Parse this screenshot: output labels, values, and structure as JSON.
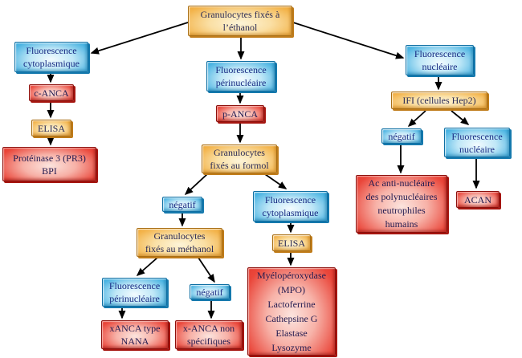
{
  "diagram": {
    "type": "flowchart",
    "background": "#ffffff",
    "palette": {
      "orange_box": "#F2A93B",
      "blue_box": "#39ACDE",
      "red_box": "#E6352B",
      "text": "#1C2060",
      "arrow": "#000000"
    },
    "nodes": [
      {
        "id": "ethanol",
        "label": "Granulocytes fixés à\nl’éthanol",
        "color": "orange"
      },
      {
        "id": "fluo-cyto-left",
        "label": "Fluorescence\ncytoplasmique",
        "color": "blue"
      },
      {
        "id": "c-anca",
        "label": "c-ANCA",
        "color": "red"
      },
      {
        "id": "elisa-left",
        "label": "ELISA",
        "color": "orange"
      },
      {
        "id": "proteinase",
        "label": "Protéinase 3 (PR3)\nBPI",
        "color": "red"
      },
      {
        "id": "fluo-peri-mid",
        "label": "Fluorescence\npérinucléaire",
        "color": "blue"
      },
      {
        "id": "p-anca",
        "label": "p-ANCA",
        "color": "red"
      },
      {
        "id": "formol",
        "label": "Granulocytes\nfixés au formol",
        "color": "orange"
      },
      {
        "id": "negatif-mid",
        "label": "négatif",
        "color": "blue"
      },
      {
        "id": "methanol",
        "label": "Granulocytes\nfixés au méthanol",
        "color": "orange"
      },
      {
        "id": "fluo-peri-bottom",
        "label": "Fluorescence\npérinucléaire",
        "color": "blue"
      },
      {
        "id": "xanca-nana",
        "label": "xANCA type\nNANA",
        "color": "red"
      },
      {
        "id": "negatif-bottom",
        "label": "négatif",
        "color": "blue"
      },
      {
        "id": "xanca-nonspec",
        "label": "x-ANCA non\nspécifiques",
        "color": "red"
      },
      {
        "id": "fluo-cyto-mid",
        "label": "Fluorescence\ncytoplasmique",
        "color": "blue"
      },
      {
        "id": "elisa-mid",
        "label": "ELISA",
        "color": "orange"
      },
      {
        "id": "mpo",
        "label": "Myélopéroxydase\n(MPO)\nLactoferrine\nCathepsine G\nElastase\nLysozyme",
        "color": "red"
      },
      {
        "id": "fluo-nucl-top",
        "label": "Fluorescence\nnucléaire",
        "color": "blue"
      },
      {
        "id": "ifi",
        "label": "IFI (cellules Hep2)",
        "color": "orange"
      },
      {
        "id": "negatif-right",
        "label": "négatif",
        "color": "blue"
      },
      {
        "id": "fluo-nucl-right",
        "label": "Fluorescence\nnucléaire",
        "color": "blue"
      },
      {
        "id": "ac-anti",
        "label": "Ac anti-nucléaire\ndes polynucléaires\nneutrophiles\nhumains",
        "color": "red"
      },
      {
        "id": "acan",
        "label": "ACAN",
        "color": "red"
      }
    ],
    "edges": [
      {
        "from": "ethanol",
        "to": "fluo-cyto-left"
      },
      {
        "from": "ethanol",
        "to": "fluo-peri-mid"
      },
      {
        "from": "ethanol",
        "to": "fluo-nucl-top"
      },
      {
        "from": "fluo-cyto-left",
        "to": "c-anca"
      },
      {
        "from": "c-anca",
        "to": "elisa-left"
      },
      {
        "from": "elisa-left",
        "to": "proteinase"
      },
      {
        "from": "fluo-peri-mid",
        "to": "p-anca"
      },
      {
        "from": "p-anca",
        "to": "formol"
      },
      {
        "from": "formol",
        "to": "negatif-mid"
      },
      {
        "from": "formol",
        "to": "fluo-cyto-mid"
      },
      {
        "from": "negatif-mid",
        "to": "methanol"
      },
      {
        "from": "methanol",
        "to": "fluo-peri-bottom"
      },
      {
        "from": "methanol",
        "to": "negatif-bottom"
      },
      {
        "from": "fluo-peri-bottom",
        "to": "xanca-nana"
      },
      {
        "from": "negatif-bottom",
        "to": "xanca-nonspec"
      },
      {
        "from": "fluo-cyto-mid",
        "to": "elisa-mid"
      },
      {
        "from": "elisa-mid",
        "to": "mpo"
      },
      {
        "from": "fluo-nucl-top",
        "to": "ifi"
      },
      {
        "from": "ifi",
        "to": "negatif-right"
      },
      {
        "from": "ifi",
        "to": "fluo-nucl-right"
      },
      {
        "from": "negatif-right",
        "to": "ac-anti"
      },
      {
        "from": "fluo-nucl-right",
        "to": "acan"
      }
    ]
  }
}
